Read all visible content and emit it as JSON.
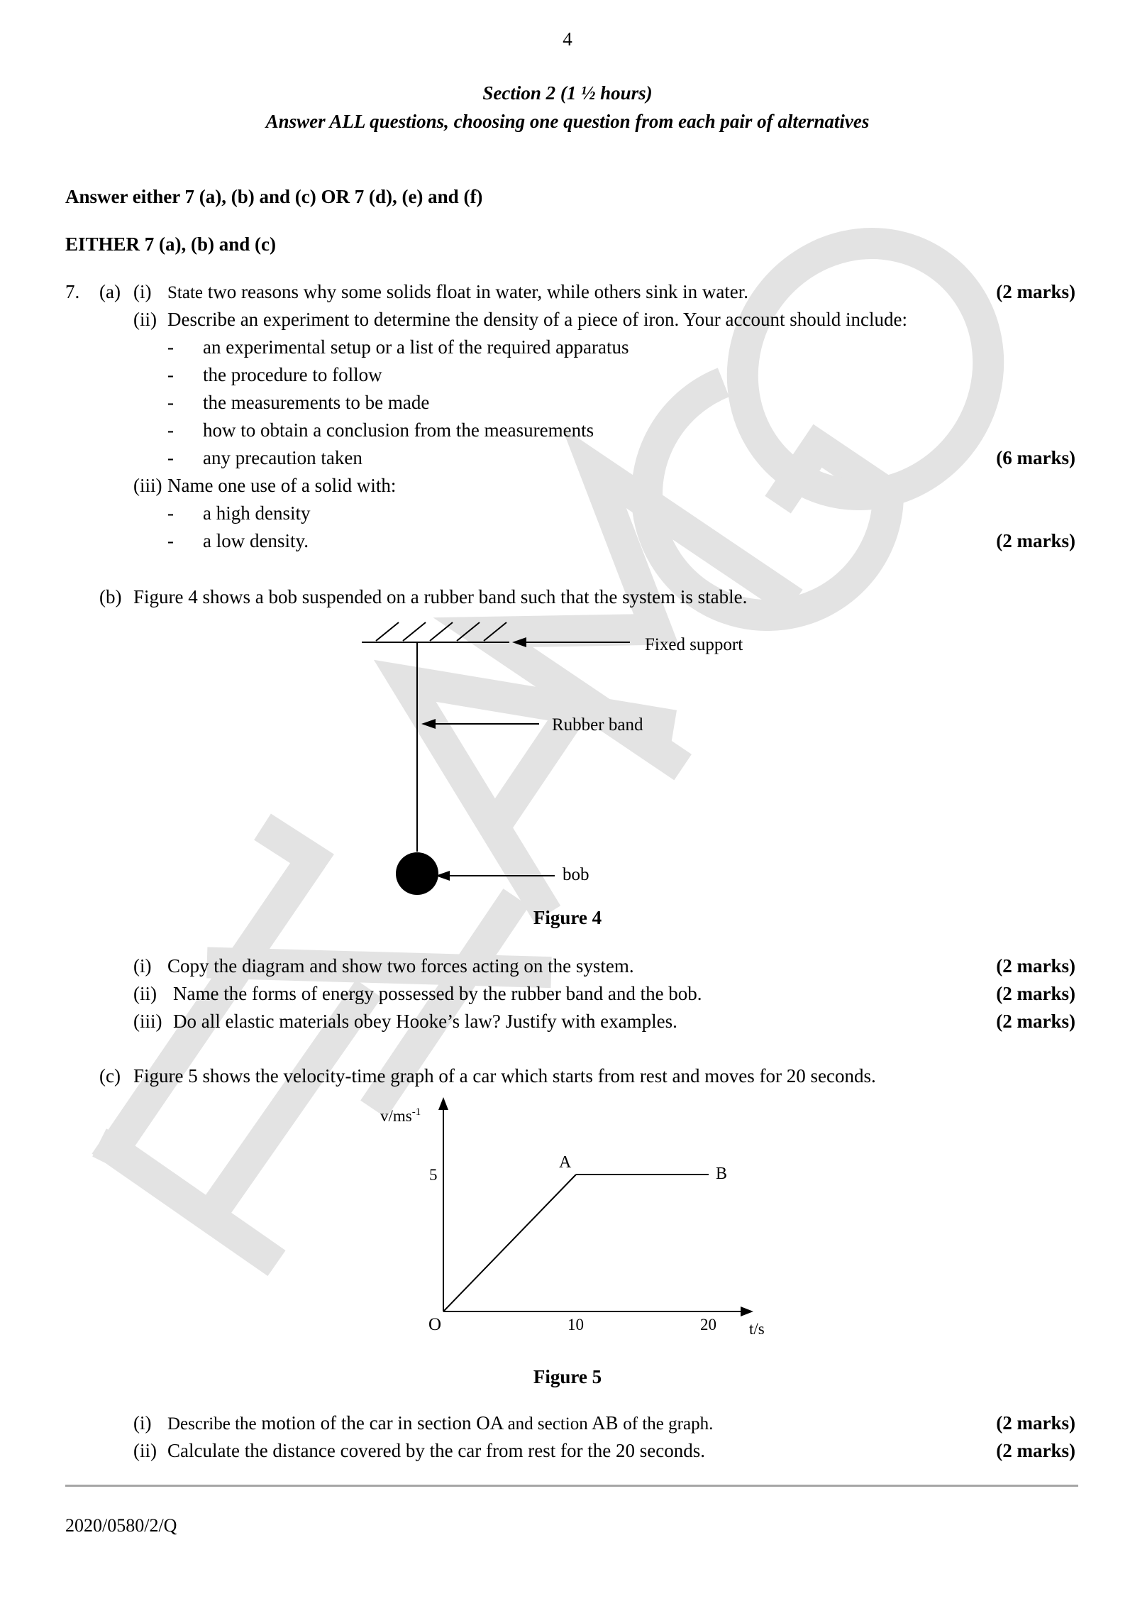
{
  "page_number": "4",
  "section_title": "Section 2 (1 ½ hours)",
  "section_instruction": "Answer ALL questions, choosing one question from each pair of alternatives",
  "answer_either": "Answer either 7 (a), (b) and (c) OR 7 (d), (e) and (f)",
  "either_heading": "EITHER 7 (a), (b) and (c)",
  "q7": {
    "number": "7.",
    "a": {
      "label": "(a)",
      "i": {
        "label": "(i)",
        "text_small": "State",
        "text": " two reasons why some solids float in water, while others sink in water.",
        "marks": "(2 marks)"
      },
      "ii": {
        "label": "(ii)",
        "text": "Describe an experiment to determine the density of a piece of iron. Your account should include:",
        "bullets": [
          "an experimental setup or a list of the required apparatus",
          "the procedure to follow",
          "the measurements to be made",
          "how to obtain a conclusion from the measurements",
          "any precaution taken"
        ],
        "marks": "(6 marks)"
      },
      "iii": {
        "label": "(iii)",
        "text": "Name one use of a solid with:",
        "bullets": [
          "a high density",
          "a low density."
        ],
        "marks": "(2 marks)"
      }
    },
    "b": {
      "label": "(b)",
      "text": "Figure 4 shows a bob suspended on a rubber band such that the system is stable.",
      "figure": {
        "label_fixed_support": "Fixed support",
        "label_rubber_band": "Rubber band",
        "label_bob": "bob",
        "caption": "Figure 4"
      },
      "i": {
        "label": "(i)",
        "text": "Copy the diagram and show two forces acting on the system.",
        "marks": "(2 marks)"
      },
      "ii": {
        "label": "(ii)",
        "text": "Name the forms of energy possessed by the rubber band and the bob.",
        "marks": "(2 marks)"
      },
      "iii": {
        "label": "(iii)",
        "text": "Do all elastic materials obey Hooke’s law? Justify with examples.",
        "marks": "(2 marks)"
      }
    },
    "c": {
      "label": "(c)",
      "text": "Figure 5 shows the velocity-time graph of a car which starts from rest and moves for 20 seconds.",
      "figure": {
        "caption": "Figure 5"
      },
      "i": {
        "label": "(i)",
        "text_a": "Describe the",
        "text_b": " motion of the car in section OA ",
        "text_c": "and section",
        "text_d": " AB ",
        "text_e": "of the graph.",
        "marks": "(2 marks)"
      },
      "ii": {
        "label": "(ii)",
        "text": "Calculate the distance covered by the car from rest for the 20 seconds.",
        "marks": "(2 marks)"
      }
    }
  },
  "footer_code": "2020/0580/2/Q",
  "watermark": "EXAMGO",
  "chart_data": {
    "type": "line",
    "ylabel": "v/ms",
    "ylabel_sup": "-1",
    "xlabel": "t/s",
    "origin_label": "O",
    "x_ticks": [
      "10",
      "20"
    ],
    "y_ticks": [
      "5"
    ],
    "points": [
      {
        "label": "O",
        "x": 0,
        "y": 0
      },
      {
        "label": "A",
        "x": 10,
        "y": 5
      },
      {
        "label": "B",
        "x": 20,
        "y": 5
      }
    ],
    "xlim": [
      0,
      22.7
    ],
    "ylim": [
      0,
      8
    ]
  }
}
